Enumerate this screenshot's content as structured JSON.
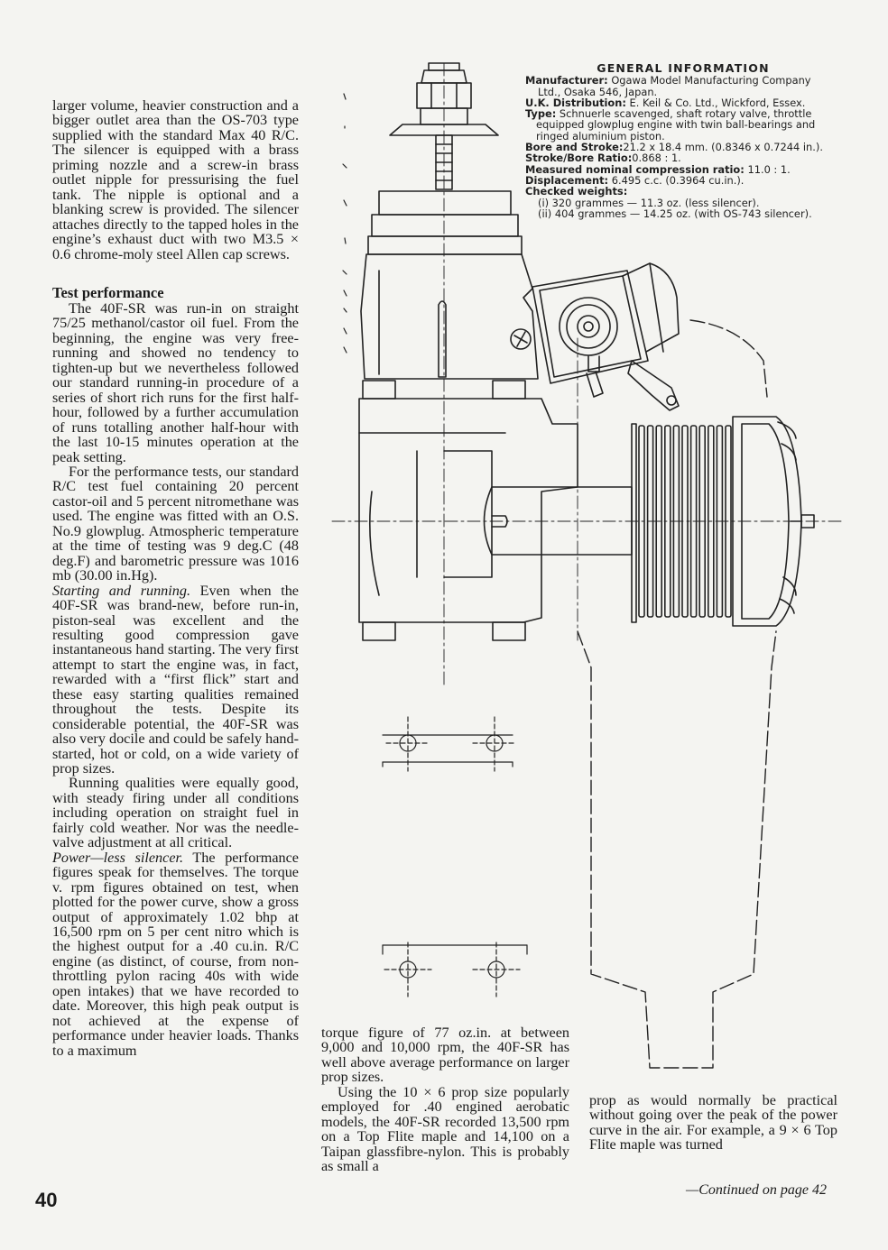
{
  "general_info": {
    "title": "GENERAL INFORMATION",
    "manufacturer_label": "Manufacturer:",
    "manufacturer_value": "Ogawa Model Manufacturing Company",
    "manufacturer_value_2": "Ltd., Osaka 546, Japan.",
    "uk_label": "U.K. Distribution:",
    "uk_value": "E. Keil & Co. Ltd., Wickford, Essex.",
    "type_label": "Type:",
    "type_value": "Schnuerle scavenged, shaft rotary valve, throttle",
    "type_value_2": "equipped glowplug engine with twin ball-bearings and",
    "type_value_3": "ringed aluminium piston.",
    "bore_label": "Bore and Stroke:",
    "bore_value": "21.2 x 18.4 mm. (0.8346 x 0.7244 in.).",
    "ratio_label": "Stroke/Bore Ratio:",
    "ratio_value": "0.868 : 1.",
    "compression_label": "Measured nominal compression ratio:",
    "compression_value": "11.0 : 1.",
    "displacement_label": "Displacement:",
    "displacement_value": "6.495 c.c. (0.3964 cu.in.).",
    "weights_label": "Checked weights:",
    "weight_1": "(i) 320 grammes — 11.3 oz. (less silencer).",
    "weight_2": "(ii) 404 grammes — 14.25 oz. (with OS-743 silencer)."
  },
  "left_column": {
    "p1": "larger volume, heavier construction and a bigger outlet area than the OS-703 type supplied with the standard Max 40 R/C. The silencer is equipped with a brass priming nozzle and a screw-in brass outlet nipple for pressurising the fuel tank. The nipple is optional and a blanking screw is provided. The silencer attaches directly to the tapped holes in the engine’s exhaust duct with two M3.5 × 0.6 chrome-moly steel Allen cap screws.",
    "heading": "Test performance",
    "p2": "The 40F-SR was run-in on straight 75/25 methanol/castor oil fuel. From the beginning, the engine was very free-running and showed no tendency to tighten-up but we nevertheless followed our standard running-in procedure of a series of short rich runs for the first half-hour, followed by a further accumulation of runs totalling another half-hour with the last 10-15 minutes operation at the peak setting.",
    "p3": "For the performance tests, our standard R/C test fuel containing 20 percent castor-oil and 5 percent nitromethane was used. The engine was fitted with an O.S. No.9 glowplug. Atmospheric temperature at the time of testing was 9 deg.C (48 deg.F) and barometric pressure was 1016 mb (30.00 in.Hg).",
    "p4_lead": "Starting and running.",
    "p4": " Even when the 40F-SR was brand-new, before run-in, piston-seal was excellent and the resulting good compression gave instantaneous hand starting. The very first attempt to start the engine was, in fact, rewarded with a “first flick” start and these easy starting qualities remained throughout the tests. Despite its considerable potential, the 40F-SR was also very docile and could be safely hand-started, hot or cold, on a wide variety of prop sizes.",
    "p5": "Running qualities were equally good, with steady firing under all conditions including operation on straight fuel in fairly cold weather. Nor was the needle-valve adjustment at all critical.",
    "p6_lead": "Power—less silencer.",
    "p6": " The performance figures speak for themselves. The torque v. rpm figures obtained on test, when plotted for the power curve, show a gross output of approximately 1.02 bhp at 16,500 rpm on 5 per cent nitro which is the highest output for a .40 cu.in. R/C engine (as distinct, of course, from non-throttling pylon racing 40s with wide open intakes) that we have recorded to date. Moreover, this high peak output is not achieved at the expense of performance under heavier loads. Thanks to a maximum"
  },
  "middle_column": {
    "p1": "torque figure of 77 oz.in. at between 9,000 and 10,000 rpm, the 40F-SR has well above average performance on larger prop sizes.",
    "p2": "Using the 10 × 6 prop size popularly employed for .40 engined aerobatic models, the 40F-SR recorded 13,500 rpm on a Top Flite maple and 14,100 on a Taipan glassfibre-nylon. This is probably as small a"
  },
  "right_column": {
    "p1": "prop as would normally be practical without going over the peak of the power curve in the air. For example, a 9 × 6 Top Flite maple was turned"
  },
  "continued": "—Continued on page 42",
  "page_number": "40"
}
